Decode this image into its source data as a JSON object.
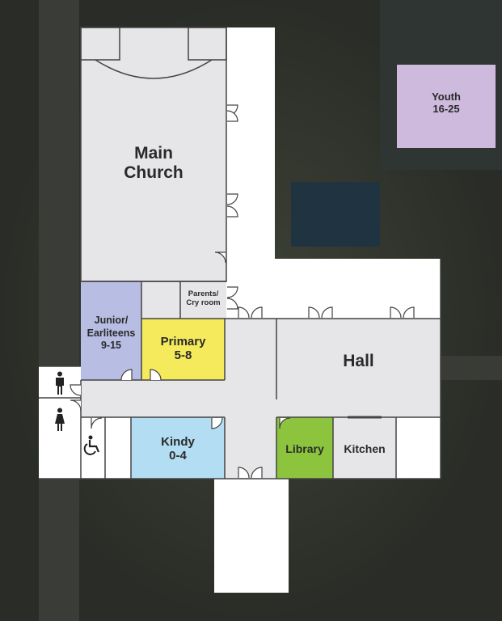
{
  "map": {
    "rooms": {
      "main_church": {
        "line1": "Main",
        "line2": "Church",
        "color": "#e6e6e8"
      },
      "youth": {
        "line1": "Youth",
        "line2": "16-25",
        "color": "#cdbadd"
      },
      "junior": {
        "line1": "Junior/",
        "line2": "Earliteens",
        "line3": "9-15",
        "color": "#b8bde3"
      },
      "primary": {
        "line1": "Primary",
        "line2": "5-8",
        "color": "#f4ea5c"
      },
      "parents": {
        "line1": "Parents/",
        "line2": "Cry room",
        "color": "#e6e6e8"
      },
      "hall": {
        "label": "Hall",
        "color": "#e6e6e8"
      },
      "kindy": {
        "line1": "Kindy",
        "line2": "0-4",
        "color": "#b3ddf2"
      },
      "library": {
        "label": "Library",
        "color": "#8cc43e"
      },
      "kitchen": {
        "label": "Kitchen",
        "color": "#e6e6e8"
      }
    },
    "icons": [
      "male-toilet-icon",
      "female-toilet-icon",
      "wheelchair-icon"
    ],
    "colors": {
      "corridor": "#ffffff",
      "room": "#e6e6e8",
      "wall": "#444444",
      "background": "#2d302a"
    }
  }
}
